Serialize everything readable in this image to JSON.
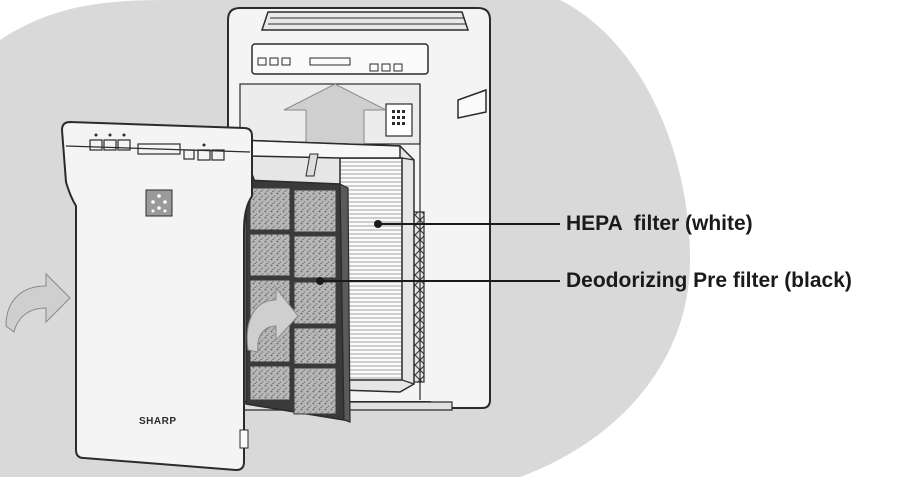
{
  "brand": {
    "logo_text": "SHARP"
  },
  "callouts": [
    {
      "key": "hepa",
      "text": "HEPA  filter (white)"
    },
    {
      "key": "deodorizing",
      "text": "Deodorizing Pre filter (black)"
    }
  ],
  "colors": {
    "background_blob": "#d9d9d9",
    "line": "#2b2b2b",
    "panel_fill": "#f4f4f4",
    "arrow_fill": "#cfcfcf",
    "charcoal_cell": "#9a9a9a"
  },
  "icons": {
    "plasmacluster": "plasmacluster-logo-icon",
    "curved_arrow": "curved-arrow-icon",
    "up_arrow": "up-arrow-icon"
  }
}
